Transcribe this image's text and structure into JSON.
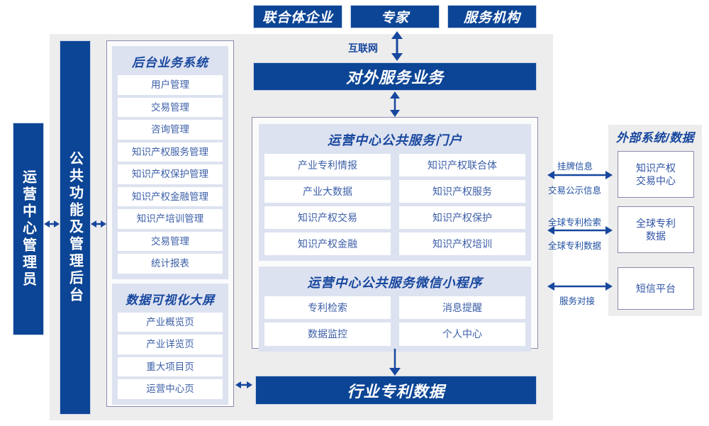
{
  "colors": {
    "dark_blue": "#0c4595",
    "panel_grey": "#ededed",
    "group_lavender": "#dde2f0",
    "border_purple": "#8a8ab0",
    "text_blue": "#3c5fa8",
    "title_blue": "#17479e"
  },
  "top_actors": [
    {
      "label": "联合体企业"
    },
    {
      "label": "专家"
    },
    {
      "label": "服务机构"
    }
  ],
  "internet_label": "互联网",
  "external_service_bar": "对外服务业务",
  "industry_data_bar": "行业专利数据",
  "left_roles": {
    "operator": "运营中心管理员",
    "common_backend": "公共功能及管理后台"
  },
  "backend_system": {
    "title": "后台业务系统",
    "items": [
      "用户管理",
      "交易管理",
      "咨询管理",
      "知识产权服务管理",
      "知识产权保护管理",
      "知识产权金融管理",
      "知识产培训管理",
      "交易管理",
      "统计报表"
    ]
  },
  "visualization": {
    "title": "数据可视化大屏",
    "items": [
      "产业概览页",
      "产业详览页",
      "重大项目页",
      "运营中心页"
    ]
  },
  "portal": {
    "title": "运营中心公共服务门户",
    "items": [
      "产业专利情报",
      "知识产权联合体",
      "产业大数据",
      "知识产权服务",
      "知识产权交易",
      "知识产权保护",
      "知识产权金融",
      "知识产权培训"
    ]
  },
  "miniprogram": {
    "title": "运营中心公共服务微信小程序",
    "items": [
      "专利检索",
      "消息提醒",
      "数据监控",
      "个人中心"
    ]
  },
  "external": {
    "title": "外部系统/数据",
    "boxes": [
      {
        "line1": "知识产权",
        "line2": "交易中心"
      },
      {
        "line1": "全球专利",
        "line2": "数据"
      },
      {
        "line1": "短信平台",
        "line2": ""
      }
    ],
    "connections": [
      {
        "top": "挂牌信息",
        "bottom": "交易公示信息"
      },
      {
        "top": "全球专利检索",
        "bottom": "全球专利数据"
      },
      {
        "top": "",
        "bottom": "服务对接"
      }
    ]
  }
}
